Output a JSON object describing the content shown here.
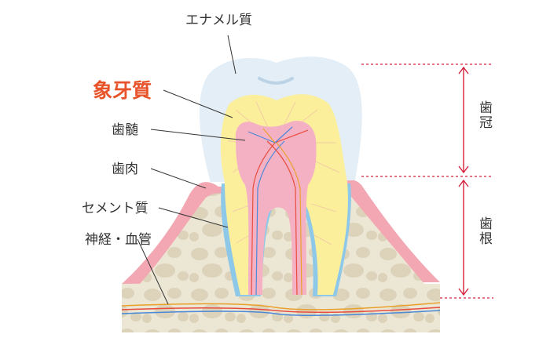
{
  "labels": {
    "enamel": "エナメル質",
    "dentin": "象牙質",
    "pulp": "歯髄",
    "gum": "歯肉",
    "cementum": "セメント質",
    "nerve_blood": "神経・血管",
    "crown": "歯冠",
    "root": "歯根"
  },
  "colors": {
    "highlight": "#e8532a",
    "enamel": "#e3eef7",
    "dentin": "#fbef9c",
    "pulp": "#f5b1c4",
    "gum": "#f2a7b3",
    "bone": "#ece6d4",
    "cementum": "#8ec8e8",
    "marker": "#d6203a"
  }
}
